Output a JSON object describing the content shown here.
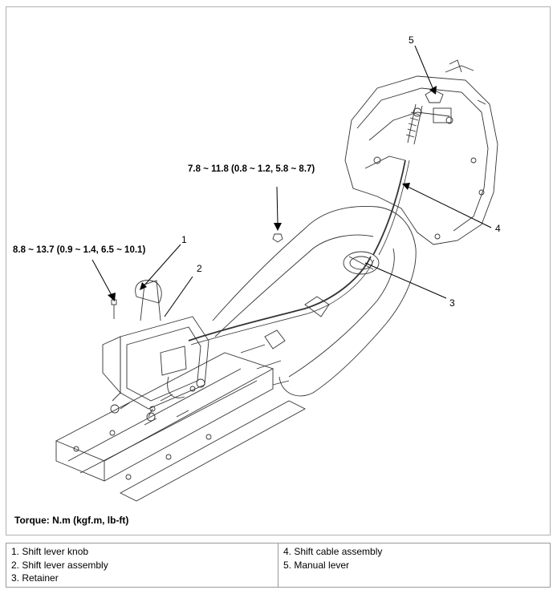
{
  "torque_specs": {
    "cable_bracket": "7.8 ~ 11.8 (0.8 ~ 1.2, 5.8 ~ 8.7)",
    "shift_lever_bolt": "8.8 ~ 13.7 (0.9 ~ 1.4, 6.5 ~ 10.1)"
  },
  "callouts": [
    "1",
    "2",
    "3",
    "4",
    "5"
  ],
  "torque_note": "Torque: N.m (kgf.m, lb-ft)",
  "legend": {
    "left": [
      "1. Shift lever knob",
      "2. Shift lever assembly",
      "3. Retainer"
    ],
    "right": [
      "4. Shift cable assembly",
      "5. Manual lever"
    ]
  }
}
